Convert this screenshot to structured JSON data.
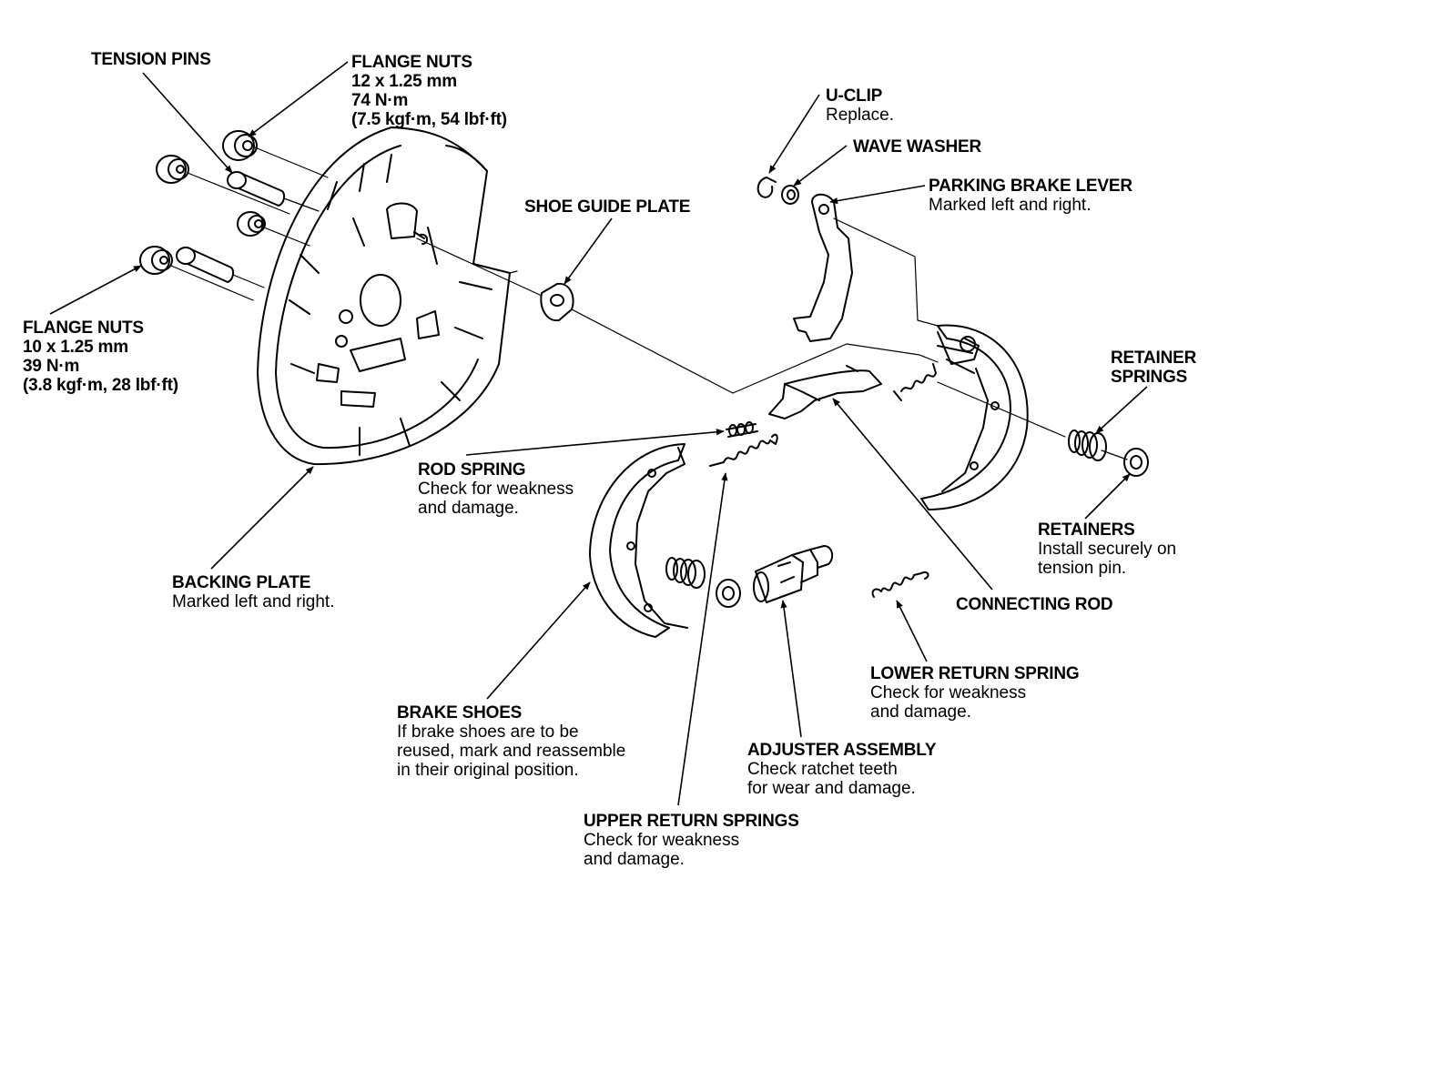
{
  "labels": {
    "tension_pins": {
      "title": "TENSION PINS"
    },
    "flange_nuts_upper": {
      "title": "FLANGE NUTS",
      "lines": [
        "12 x 1.25 mm",
        "74 N·m",
        "(7.5 kgf·m, 54 lbf·ft)"
      ]
    },
    "flange_nuts_lower": {
      "title": "FLANGE NUTS",
      "lines": [
        "10 x 1.25 mm",
        "39 N·m",
        "(3.8 kgf·m, 28 lbf·ft)"
      ]
    },
    "u_clip": {
      "title": "U-CLIP",
      "lines": [
        "Replace."
      ]
    },
    "wave_washer": {
      "title": "WAVE WASHER"
    },
    "parking_brake_lever": {
      "title": "PARKING BRAKE LEVER",
      "lines": [
        "Marked left and right."
      ]
    },
    "shoe_guide_plate": {
      "title": "SHOE GUIDE PLATE"
    },
    "retainer_springs": {
      "title": "RETAINER",
      "title2": "SPRINGS"
    },
    "rod_spring": {
      "title": "ROD SPRING",
      "lines": [
        "Check for weakness",
        "and damage."
      ]
    },
    "retainers": {
      "title": "RETAINERS",
      "lines": [
        "Install securely on",
        "tension pin."
      ]
    },
    "backing_plate": {
      "title": "BACKING PLATE",
      "lines": [
        "Marked left and right."
      ]
    },
    "connecting_rod": {
      "title": "CONNECTING ROD"
    },
    "lower_return_spring": {
      "title": "LOWER RETURN SPRING",
      "lines": [
        "Check for weakness",
        "and damage."
      ]
    },
    "brake_shoes": {
      "title": "BRAKE SHOES",
      "lines": [
        "If brake shoes are to be",
        "reused, mark and reassemble",
        "in their original position."
      ]
    },
    "adjuster_assembly": {
      "title": "ADJUSTER ASSEMBLY",
      "lines": [
        "Check ratchet teeth",
        "for wear and damage."
      ]
    },
    "upper_return_springs": {
      "title": "UPPER RETURN SPRINGS",
      "lines": [
        "Check for weakness",
        "and damage."
      ]
    }
  }
}
